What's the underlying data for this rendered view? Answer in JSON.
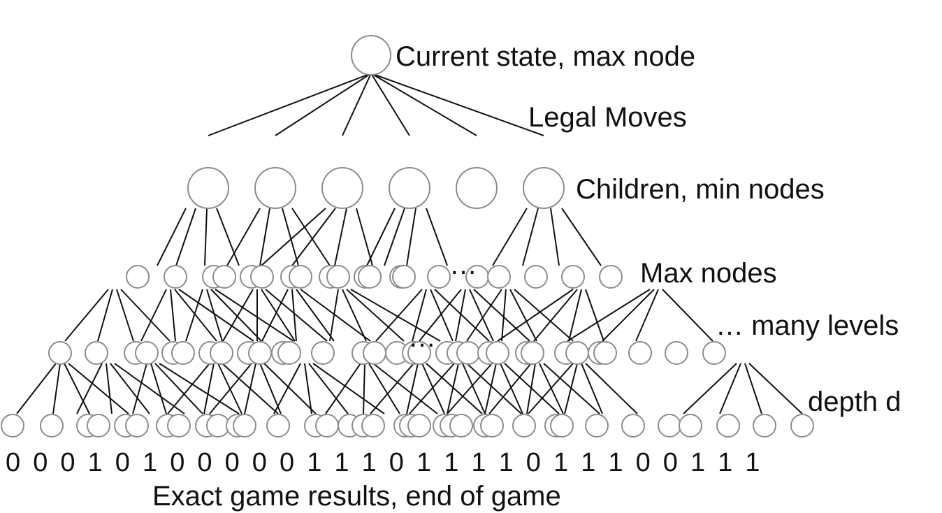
{
  "labels": {
    "root": "Current state, max node",
    "legal_moves": "Legal Moves",
    "children": "Children, min nodes",
    "max_nodes": "Max nodes",
    "many_levels": "… many levels",
    "depth": "depth d",
    "results_caption": "Exact game results, end of game",
    "ellipsis_1": "…",
    "ellipsis_2": "…"
  },
  "results": [
    "0",
    "0",
    "0",
    "1",
    "0",
    "1",
    "0",
    "0",
    "0",
    "0",
    "0",
    "1",
    "1",
    "1",
    "0",
    "1",
    "1",
    "1",
    "1",
    "0",
    "1",
    "1",
    "1",
    "0",
    "0",
    "1",
    "1",
    "1"
  ],
  "colors": {
    "node_stroke": "#8c8c8c",
    "edge": "#111111",
    "text": "#111111"
  }
}
